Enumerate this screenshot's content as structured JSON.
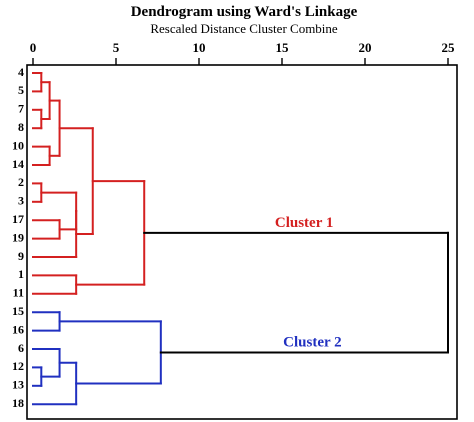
{
  "title": "Dendrogram using Ward's Linkage",
  "subtitle": "Rescaled Distance Cluster Combine",
  "axis": {
    "min": 0,
    "max": 25,
    "ticks": [
      0,
      5,
      10,
      15,
      20,
      25
    ],
    "tick_labels": [
      "0",
      "5",
      "10",
      "15",
      "20",
      "25"
    ]
  },
  "leaves": [
    "4",
    "5",
    "7",
    "8",
    "10",
    "14",
    "2",
    "3",
    "17",
    "19",
    "9",
    "1",
    "11",
    "15",
    "16",
    "6",
    "12",
    "13",
    "18"
  ],
  "colors": {
    "cluster1": "#d42020",
    "cluster2": "#2030c0",
    "root": "#000000"
  },
  "clusters": [
    {
      "label": "Cluster 1",
      "color": "cluster1"
    },
    {
      "label": "Cluster 2",
      "color": "cluster2"
    }
  ],
  "merges": [
    {
      "id": "m1",
      "children": [
        "L0",
        "L1"
      ],
      "height": 0.5,
      "color": "cluster1"
    },
    {
      "id": "m2",
      "children": [
        "L2",
        "L3"
      ],
      "height": 0.5,
      "color": "cluster1"
    },
    {
      "id": "m3",
      "children": [
        "m1",
        "m2"
      ],
      "height": 1.0,
      "color": "cluster1"
    },
    {
      "id": "m4",
      "children": [
        "L4",
        "L5"
      ],
      "height": 1.0,
      "color": "cluster1"
    },
    {
      "id": "m5",
      "children": [
        "m3",
        "m4"
      ],
      "height": 1.6,
      "color": "cluster1"
    },
    {
      "id": "m6",
      "children": [
        "L6",
        "L7"
      ],
      "height": 0.5,
      "color": "cluster1"
    },
    {
      "id": "m7",
      "children": [
        "L8",
        "L9"
      ],
      "height": 1.6,
      "color": "cluster1"
    },
    {
      "id": "m8",
      "children": [
        "m6",
        "m7"
      ],
      "height": 2.6,
      "color": "cluster1"
    },
    {
      "id": "m9",
      "children": [
        "m8",
        "L10"
      ],
      "height": 2.6,
      "color": "cluster1"
    },
    {
      "id": "m10",
      "children": [
        "m5",
        "m9"
      ],
      "height": 3.6,
      "color": "cluster1"
    },
    {
      "id": "m11",
      "children": [
        "L11",
        "L12"
      ],
      "height": 2.6,
      "color": "cluster1"
    },
    {
      "id": "m12",
      "children": [
        "m10",
        "m11"
      ],
      "height": 6.7,
      "color": "cluster1"
    },
    {
      "id": "m13",
      "children": [
        "L13",
        "L14"
      ],
      "height": 1.6,
      "color": "cluster2"
    },
    {
      "id": "m14",
      "children": [
        "L16",
        "L17"
      ],
      "height": 0.5,
      "color": "cluster2"
    },
    {
      "id": "m15",
      "children": [
        "L15",
        "m14"
      ],
      "height": 1.6,
      "color": "cluster2"
    },
    {
      "id": "m16",
      "children": [
        "m15",
        "L18"
      ],
      "height": 2.6,
      "color": "cluster2"
    },
    {
      "id": "m17",
      "children": [
        "m13",
        "m16"
      ],
      "height": 7.7,
      "color": "cluster2"
    },
    {
      "id": "m18",
      "children": [
        "m12",
        "m17"
      ],
      "height": 25,
      "color": "root"
    }
  ]
}
